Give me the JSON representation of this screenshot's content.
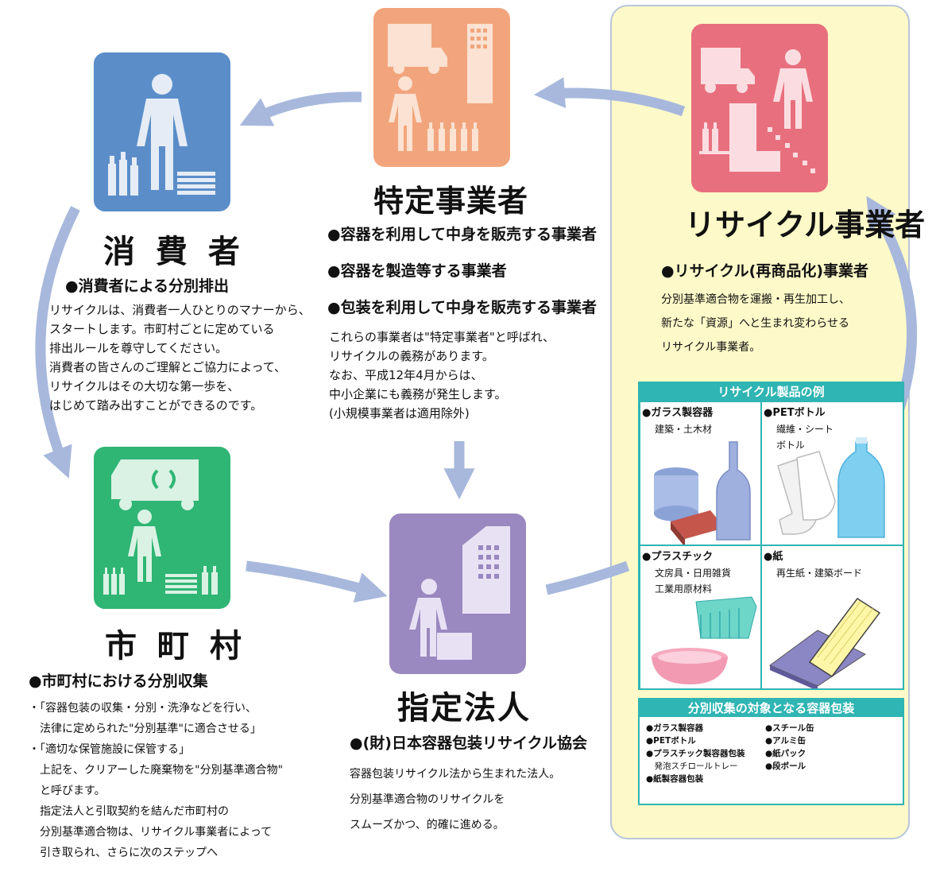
{
  "consumer": {
    "title": "消 費 者",
    "heading": "●消費者による分別排出",
    "lines": [
      "リサイクルは、消費者一人ひとりのマナーから、",
      "スタートします。市町村ごとに定めている",
      "排出ルールを尊守してください。",
      "消費者の皆さんのご理解とご協力によって、",
      "リサイクルはその大切な第一歩を、",
      "はじめて踏み出すことができるのです。"
    ],
    "color": "#5b8ec9"
  },
  "business": {
    "title": "特定事業者",
    "bullets": [
      "●容器を利用して中身を販売する事業者",
      "●容器を製造等する事業者",
      "●包装を利用して中身を販売する事業者"
    ],
    "lines": [
      "これらの事業者は\"特定事業者\"と呼ばれ、",
      "リサイクルの義務があります。",
      "なお、平成12年4月からは、",
      "中小企業にも義務が発生します。",
      "(小規模事業者は適用除外)"
    ],
    "color": "#f2a57c"
  },
  "recycler": {
    "title": "リサイクル事業者",
    "heading": "●リサイクル(再商品化)事業者",
    "lines": [
      "分別基準適合物を運搬・再生加工し、",
      "新たな「資源」へと生まれ変わらせる",
      "リサイクル事業者。"
    ],
    "color": "#e8707e",
    "panel_color": "#fdf9c8"
  },
  "municipality": {
    "title": "市 町 村",
    "heading": "●市町村における分別収集",
    "lines": [
      "・「容器包装の収集・分別・洗浄などを行い、",
      "　法律に定められた\"分別基準\"に適合させる」",
      "・「適切な保管施設に保管する」",
      "　上記を、クリアーした廃棄物を\"分別基準適合物\"",
      "　と呼びます。",
      "　指定法人と引取契約を結んだ市町村の",
      "　分別基準適合物は、リサイクル事業者によって",
      "　引き取られ、さらに次のステップへ"
    ],
    "color": "#2fb574"
  },
  "designated": {
    "title": "指定法人",
    "heading": "●(財)日本容器包装リサイクル協会",
    "lines": [
      "容器包装リサイクル法から生まれた法人。",
      "分別基準適合物のリサイクルを",
      "スムーズかつ、的確に進める。"
    ],
    "color": "#9a88c0"
  },
  "products": {
    "header": "リサイクル製品の例",
    "accent": "#2fb5b3",
    "cells": [
      {
        "title": "●ガラス製容器",
        "desc": [
          "建築・土木材"
        ]
      },
      {
        "title": "●PETボトル",
        "desc": [
          "繊維・シート",
          "ボトル"
        ]
      },
      {
        "title": "●プラスチック",
        "desc": [
          "文房具・日用雑貨",
          "工業用原材料"
        ]
      },
      {
        "title": "●紙",
        "desc": [
          "再生紙・建築ボード"
        ]
      }
    ]
  },
  "collection": {
    "header": "分別収集の対象となる容器包装",
    "left": [
      "●ガラス製容器",
      "●PETボトル",
      "●プラスチック製容器包装",
      "　発泡スチロールトレー",
      "●紙製容器包装"
    ],
    "right": [
      "●スチール缶",
      "●アルミ缶",
      "●紙パック",
      "●段ボール"
    ]
  },
  "arrow_color": "#a7b8dc"
}
